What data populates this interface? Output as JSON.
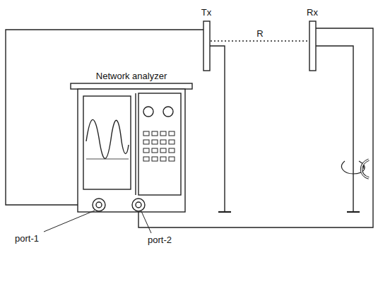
{
  "diagram": {
    "nodes": [
      {
        "text": [
          "Network analyzer"
        ]
      }
    ],
    "labels": [
      "Tx",
      "Rx",
      "R",
      "port-1",
      "port-2"
    ]
  }
}
